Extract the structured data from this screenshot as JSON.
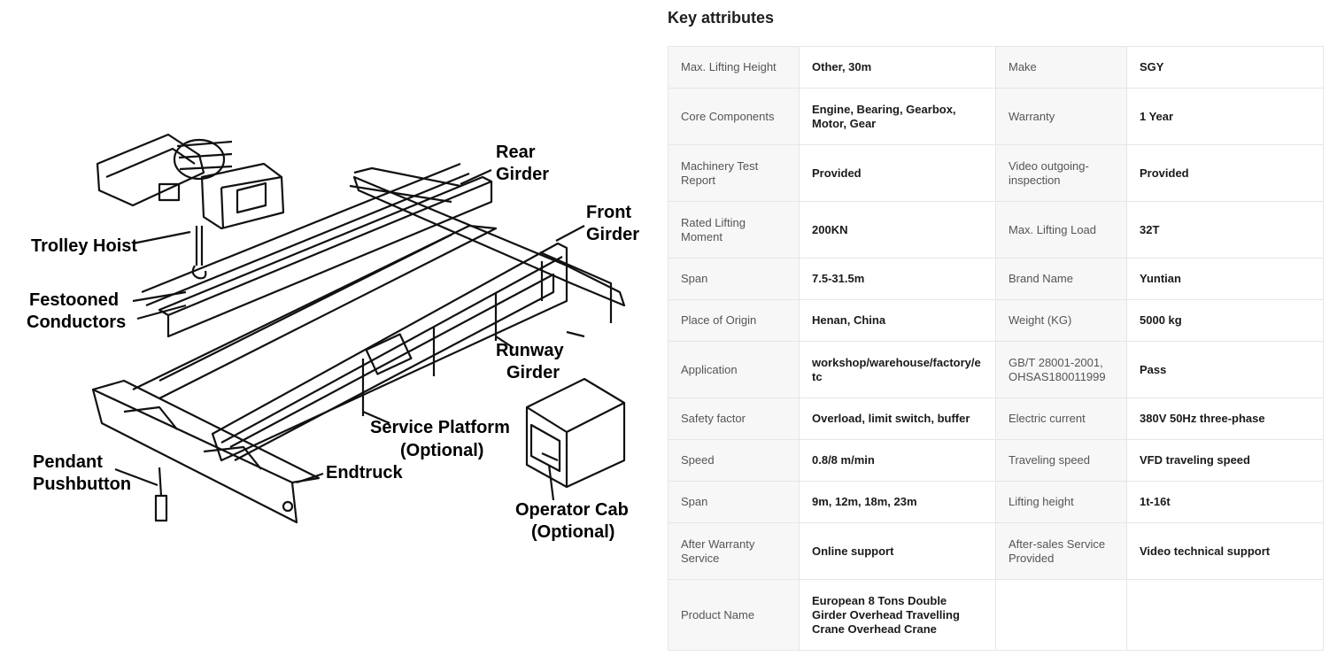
{
  "diagram": {
    "labels": {
      "trolley_hoist": "Trolley Hoist",
      "festooned_1": "Festooned",
      "festooned_2": "Conductors",
      "rear_1": "Rear",
      "rear_2": "Girder",
      "front_1": "Front",
      "front_2": "Girder",
      "runway_1": "Runway",
      "runway_2": "Girder",
      "service_1": "Service Platform",
      "service_2": "(Optional)",
      "endtruck": "Endtruck",
      "pendant_1": "Pendant",
      "pendant_2": "Pushbutton",
      "cab_1": "Operator Cab",
      "cab_2": "(Optional)"
    }
  },
  "attributes": {
    "title": "Key attributes",
    "rows": [
      [
        {
          "k": "Max. Lifting Height",
          "v": "Other, 30m"
        },
        {
          "k": "Make",
          "v": "SGY"
        }
      ],
      [
        {
          "k": "Core Components",
          "v": "Engine, Bearing, Gearbox, Motor, Gear"
        },
        {
          "k": "Warranty",
          "v": "1 Year"
        }
      ],
      [
        {
          "k": "Machinery Test Report",
          "v": "Provided"
        },
        {
          "k": "Video outgoing-inspection",
          "v": "Provided"
        }
      ],
      [
        {
          "k": "Rated Lifting Moment",
          "v": "200KN"
        },
        {
          "k": "Max. Lifting Load",
          "v": "32T"
        }
      ],
      [
        {
          "k": "Span",
          "v": "7.5-31.5m"
        },
        {
          "k": "Brand Name",
          "v": "Yuntian"
        }
      ],
      [
        {
          "k": "Place of Origin",
          "v": "Henan, China"
        },
        {
          "k": "Weight (KG)",
          "v": "5000 kg"
        }
      ],
      [
        {
          "k": "Application",
          "v": "workshop/warehouse/factory/etc"
        },
        {
          "k": "GB/T 28001-2001, OHSAS180011999",
          "v": "Pass"
        }
      ],
      [
        {
          "k": "Safety factor",
          "v": "Overload, limit switch, buffer"
        },
        {
          "k": "Electric current",
          "v": "380V 50Hz three-phase"
        }
      ],
      [
        {
          "k": "Speed",
          "v": "0.8/8 m/min"
        },
        {
          "k": "Traveling speed",
          "v": "VFD traveling speed"
        }
      ],
      [
        {
          "k": "Span",
          "v": "9m, 12m, 18m, 23m"
        },
        {
          "k": "Lifting height",
          "v": "1t-16t"
        }
      ],
      [
        {
          "k": "After Warranty Service",
          "v": "Online support"
        },
        {
          "k": "After-sales Service Provided",
          "v": "Video technical support"
        }
      ],
      [
        {
          "k": "Product Name",
          "v": "European 8 Tons Double Girder Overhead Travelling Crane Overhead Crane"
        },
        {
          "k": "",
          "v": ""
        }
      ]
    ]
  }
}
